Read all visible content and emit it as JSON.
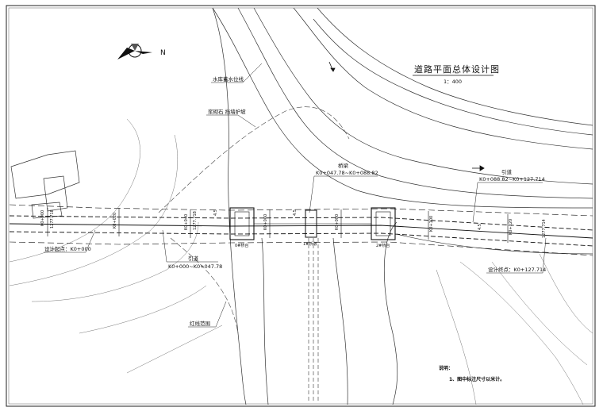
{
  "drawing": {
    "title": "道路平面总体设计图",
    "scale": "1：400",
    "north": "N"
  },
  "labels": {
    "water_line": "水库蓄水位线",
    "retain_wall": "浆砌石\n挡墙护坡",
    "start": "设计起点：K0+000",
    "approach_left": "引道",
    "approach_left_range": "K0+000~K0+047.78",
    "bridge": "桥梁",
    "bridge_range": "K0+047.78~K0+088.82",
    "approach_right": "引道",
    "approach_right_range": "K0+088.82~K0+127.714",
    "end": "设计终点：K0+127.714",
    "red_line": "红线范围",
    "abutment_0": "0#桥台",
    "abutment_1": "1#桥墩",
    "abutment_2": "2#桥台",
    "notes_title": "说明：",
    "notes_1": "1、图中标注尺寸以米计。"
  },
  "chainage": {
    "k000": "K0+000",
    "k020": "K0+020",
    "k040": "K0+040",
    "k060": "K0+060",
    "k080": "K0+080",
    "k100": "K0+100",
    "k120": "K0+120",
    "elev_a": "1277.718",
    "elev_b": "1277.718",
    "elev_c": "1277.714",
    "w_a": "4.5",
    "w_b": "4.5",
    "w_c": "4.5"
  }
}
